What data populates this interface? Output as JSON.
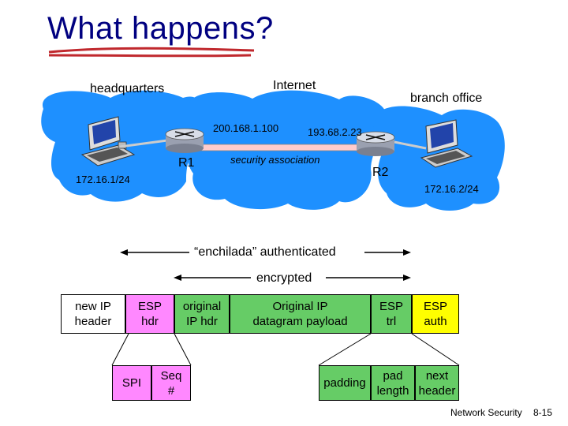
{
  "slide": {
    "title": "What happens?",
    "footer_left": "Network Security",
    "footer_right": "8-15"
  },
  "network": {
    "headquarters": "headquarters",
    "internet": "Internet",
    "branch_office": "branch office",
    "r1_ip": "200.168.1.100",
    "r2_ip": "193.68.2.23",
    "security_association": "security association",
    "r1": "R1",
    "r2": "R2",
    "subnet_left": "172.16.1/24",
    "subnet_right": "172.16.2/24"
  },
  "spans": {
    "authenticated": "“enchilada” authenticated",
    "encrypted": "encrypted"
  },
  "packet": {
    "new_ip_header": [
      "new IP",
      "header"
    ],
    "esp_hdr": [
      "ESP",
      "hdr"
    ],
    "original_ip_hdr": [
      "original",
      "IP hdr"
    ],
    "original_payload": [
      "Original IP",
      "datagram payload"
    ],
    "esp_trl": [
      "ESP",
      "trl"
    ],
    "esp_auth": [
      "ESP",
      "auth"
    ]
  },
  "detail": {
    "spi": "SPI",
    "seq": [
      "Seq",
      "#"
    ],
    "padding": "padding",
    "pad_length": [
      "pad",
      "length"
    ],
    "next_header": [
      "next",
      "header"
    ]
  },
  "colors": {
    "cloud": "#1e90ff",
    "title": "#000080",
    "title_underline": "#c0282d",
    "pink": "#ff88ff",
    "green": "#66cc66",
    "yellow": "#ffff00"
  }
}
